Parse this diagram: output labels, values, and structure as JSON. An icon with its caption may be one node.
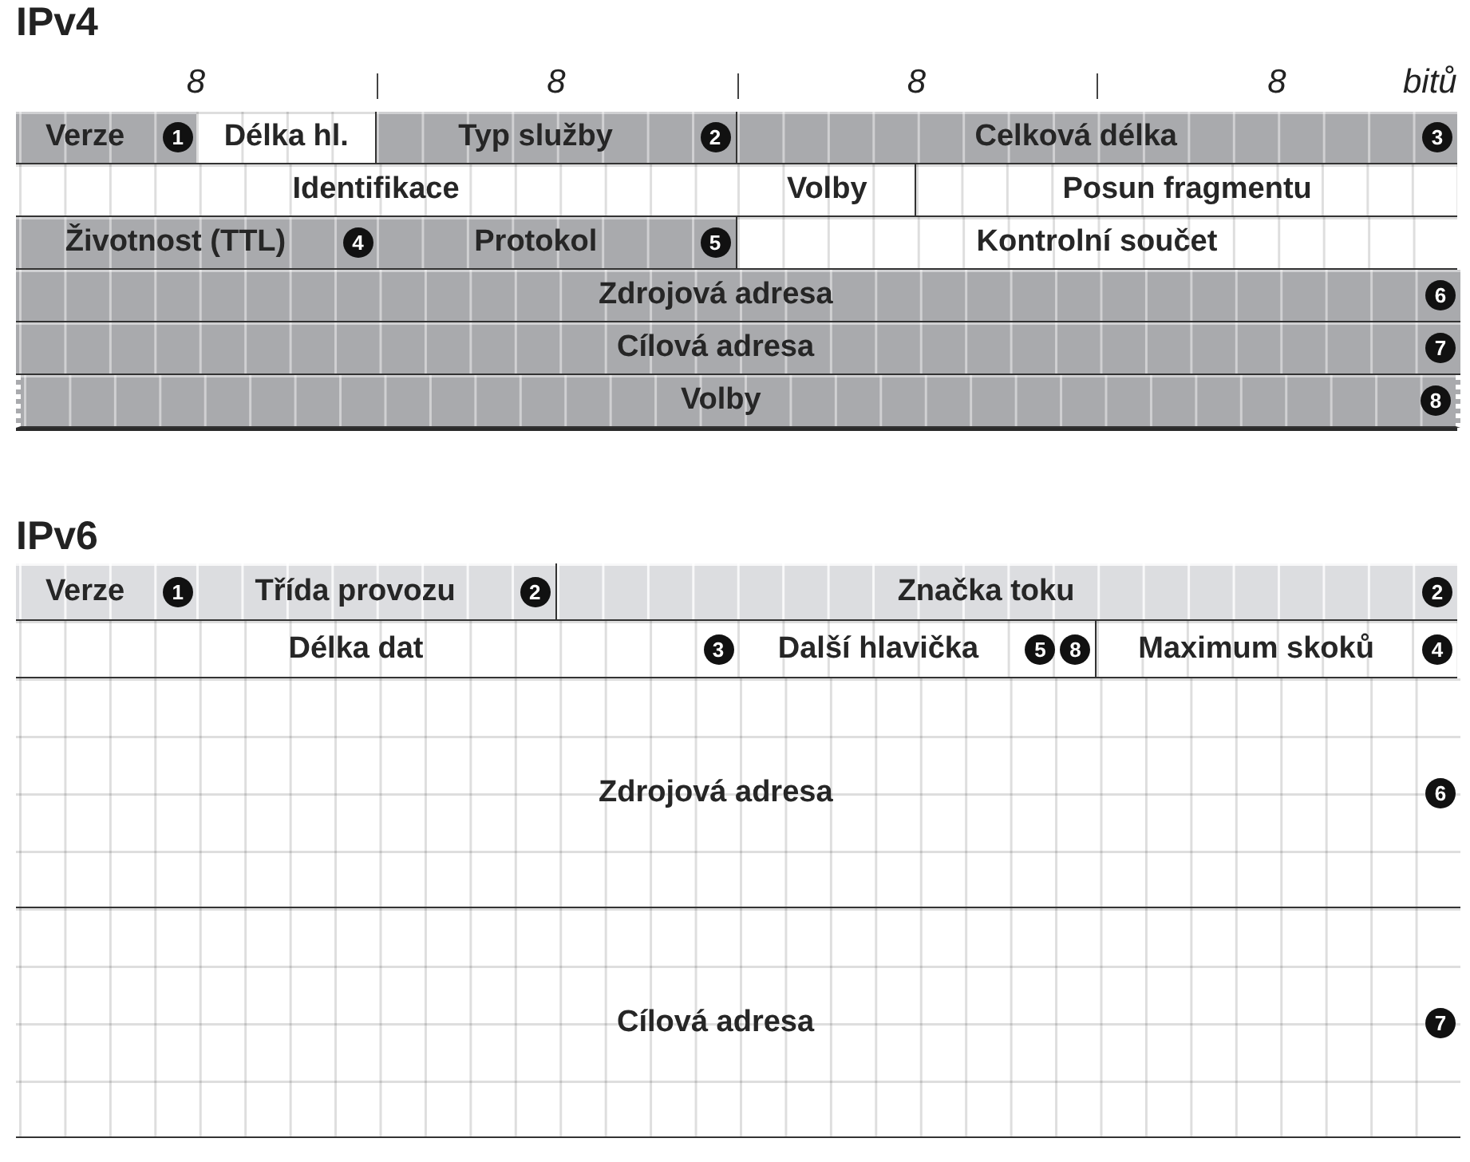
{
  "diagram": {
    "nodes": [
      {
        "text": [
          "IPv4"
        ]
      },
      {
        "text": [
          "Verze",
          "1"
        ],
        "in": 0
      },
      {
        "text": [
          "Délka hl."
        ],
        "in": 0
      },
      {
        "text": [
          "Typ služby",
          "2"
        ],
        "in": 0
      },
      {
        "text": [
          "Celková délka",
          "3"
        ],
        "in": 0
      },
      {
        "text": [
          "Identifikace"
        ],
        "in": 0
      },
      {
        "text": [
          "Volby"
        ],
        "in": 0
      },
      {
        "text": [
          "Posun fragmentu"
        ],
        "in": 0
      },
      {
        "text": [
          "Životnost (TTL)",
          "4"
        ],
        "in": 0
      },
      {
        "text": [
          "Protokol",
          "5"
        ],
        "in": 0
      },
      {
        "text": [
          "Kontrolní součet"
        ],
        "in": 0
      },
      {
        "text": [
          "Zdrojová adresa",
          "6"
        ],
        "in": 0
      },
      {
        "text": [
          "Cílová adresa",
          "7"
        ],
        "in": 0
      },
      {
        "text": [
          "Volby",
          "8"
        ],
        "in": 0
      },
      {
        "text": [
          "IPv6"
        ]
      },
      {
        "text": [
          "Verze",
          "1"
        ],
        "in": 14
      },
      {
        "text": [
          "Třída provozu",
          "2"
        ],
        "in": 14
      },
      {
        "text": [
          "Značka toku",
          "2"
        ],
        "in": 14
      },
      {
        "text": [
          "Délka dat",
          "3"
        ],
        "in": 14
      },
      {
        "text": [
          "Další hlavička",
          "5",
          "8"
        ],
        "in": 14
      },
      {
        "text": [
          "Maximum skoků",
          "4"
        ],
        "in": 14
      },
      {
        "text": [
          "Zdrojová adresa",
          "6"
        ],
        "in": 14
      },
      {
        "text": [
          "Cílová adresa",
          "7"
        ],
        "in": 14
      }
    ],
    "labels": [
      "8",
      "8",
      "8",
      "8",
      "bitů"
    ]
  }
}
